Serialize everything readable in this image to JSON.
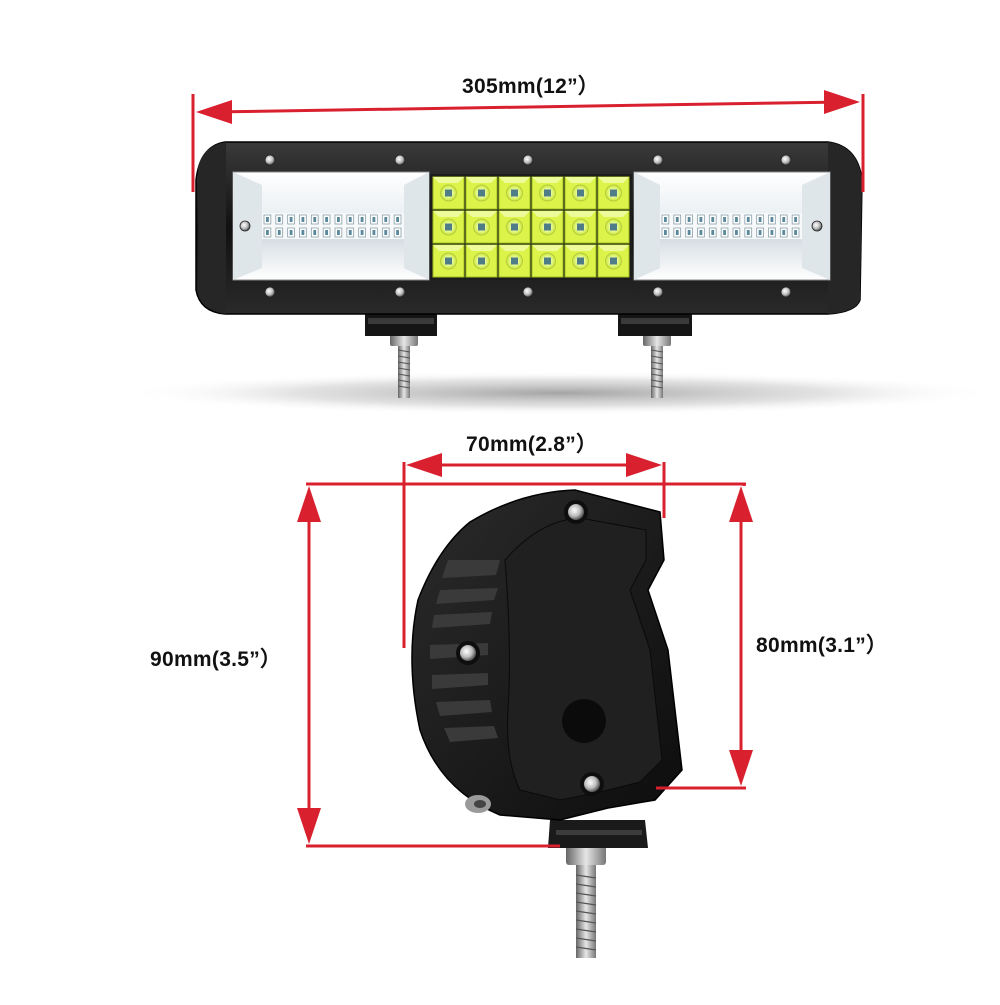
{
  "dimensions": {
    "length": "305mm(12”）",
    "width": "70mm(2.8”）",
    "height_total": "90mm(3.5”）",
    "height_body": "80mm(3.1”）"
  },
  "colors": {
    "dimension_line": "#d9202e",
    "housing": "#1a1a1a",
    "led_panel": "#dcf34a"
  },
  "led_grid": {
    "rows": 3,
    "columns": 6
  }
}
